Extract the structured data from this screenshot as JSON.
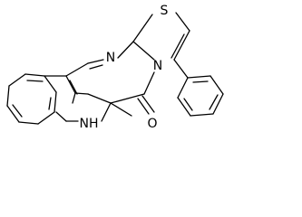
{
  "molecule": {
    "atoms": {
      "sulfur": "S",
      "nitrogen_imine": "N",
      "nitrogen_fused": "N",
      "oxygen": "O",
      "nh": "NH"
    }
  },
  "colors": {
    "bond": "#000000",
    "background": "#ffffff"
  }
}
